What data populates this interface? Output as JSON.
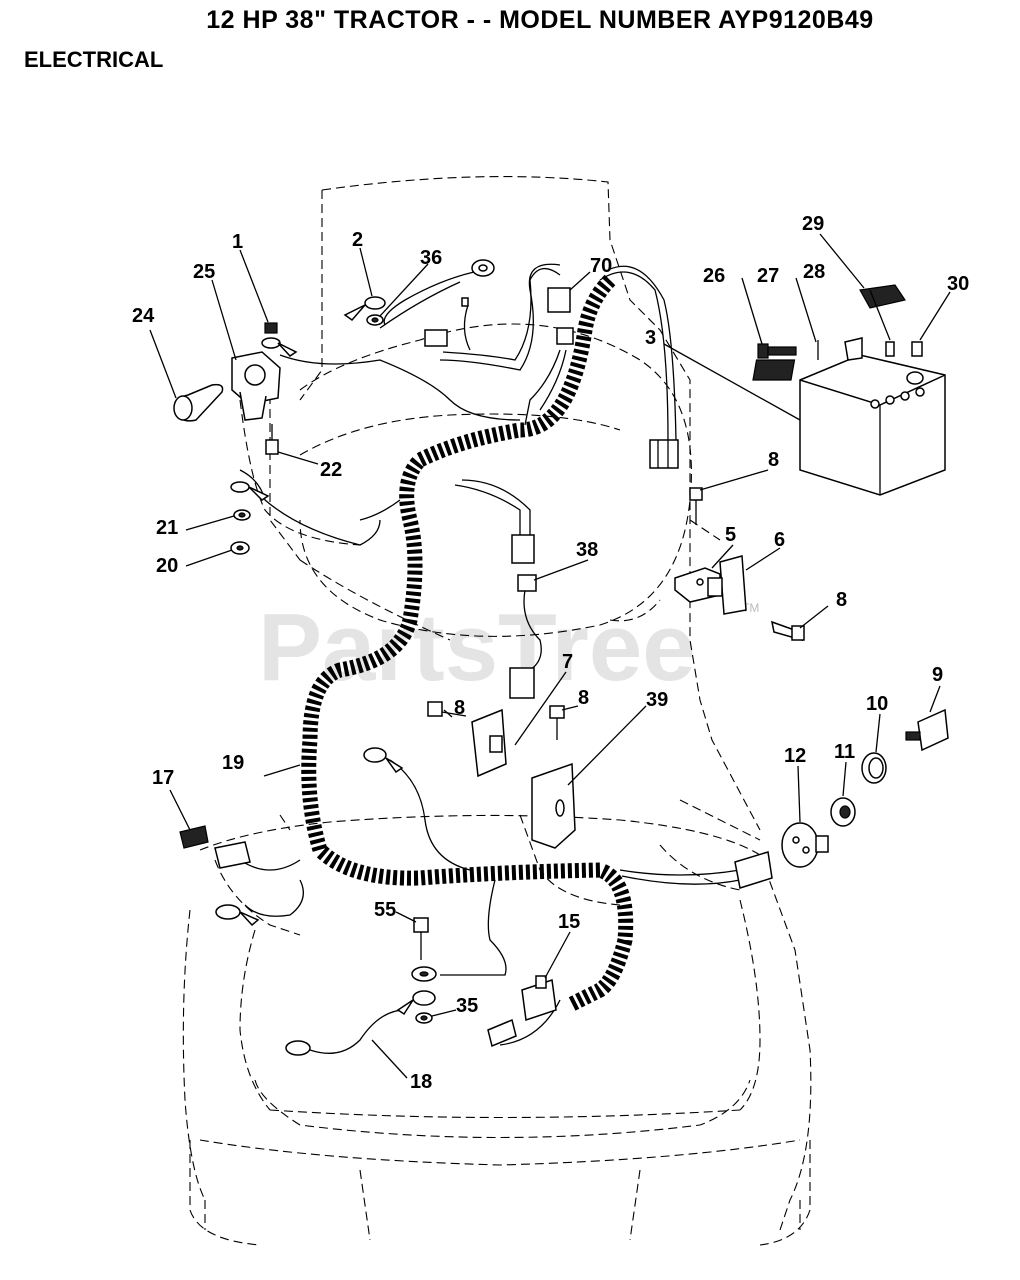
{
  "header": {
    "title": "12 HP 38\" TRACTOR - - MODEL NUMBER AYP9120B49",
    "section": "ELECTRICAL"
  },
  "watermark": "PartsTree",
  "watermark_tm": "TM",
  "callouts": [
    {
      "id": "c1",
      "label": "1"
    },
    {
      "id": "c2",
      "label": "2"
    },
    {
      "id": "c3",
      "label": "3"
    },
    {
      "id": "c5",
      "label": "5"
    },
    {
      "id": "c6",
      "label": "6"
    },
    {
      "id": "c7",
      "label": "7"
    },
    {
      "id": "c8a",
      "label": "8"
    },
    {
      "id": "c8b",
      "label": "8"
    },
    {
      "id": "c8c",
      "label": "8"
    },
    {
      "id": "c8d",
      "label": "8"
    },
    {
      "id": "c9",
      "label": "9"
    },
    {
      "id": "c10",
      "label": "10"
    },
    {
      "id": "c11",
      "label": "11"
    },
    {
      "id": "c12",
      "label": "12"
    },
    {
      "id": "c15",
      "label": "15"
    },
    {
      "id": "c17",
      "label": "17"
    },
    {
      "id": "c18",
      "label": "18"
    },
    {
      "id": "c19",
      "label": "19"
    },
    {
      "id": "c20",
      "label": "20"
    },
    {
      "id": "c21",
      "label": "21"
    },
    {
      "id": "c22",
      "label": "22"
    },
    {
      "id": "c24",
      "label": "24"
    },
    {
      "id": "c25",
      "label": "25"
    },
    {
      "id": "c26",
      "label": "26"
    },
    {
      "id": "c27",
      "label": "27"
    },
    {
      "id": "c28",
      "label": "28"
    },
    {
      "id": "c29",
      "label": "29"
    },
    {
      "id": "c30",
      "label": "30"
    },
    {
      "id": "c35",
      "label": "35"
    },
    {
      "id": "c36",
      "label": "36"
    },
    {
      "id": "c38",
      "label": "38"
    },
    {
      "id": "c39",
      "label": "39"
    },
    {
      "id": "c55",
      "label": "55"
    },
    {
      "id": "c70",
      "label": "70"
    }
  ]
}
